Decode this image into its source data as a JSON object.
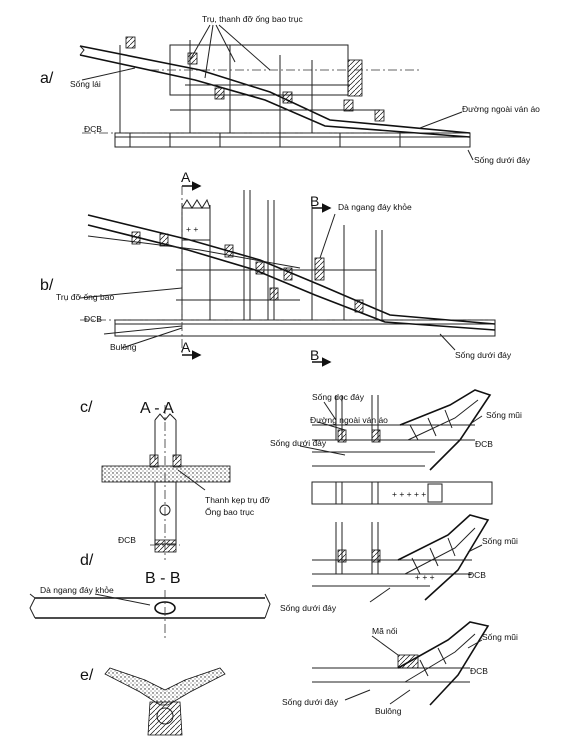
{
  "panels": {
    "a": "a/",
    "b": "b/",
    "c": "c/",
    "d": "d/",
    "e": "e/"
  },
  "sections": {
    "aa": "A - A",
    "bb": "B - B"
  },
  "marks": {
    "a": "A",
    "b": "B"
  },
  "labels": {
    "tru_thanh_do": "Trụ, thanh đỡ ống bao trục",
    "song_lai": "Sống lái",
    "duong_ngoai_van_ao": "Đường ngoài ván áo",
    "dcb": "ĐCB",
    "song_duoi_day": "Sống dưới đáy",
    "da_ngang_day_khoe": "Dà ngang đáy khỏe",
    "tru_do_ong_bao": "Trụ đỡ ống bao",
    "bulong": "Bulông",
    "thanh_kep_tru_do": "Thanh kẹp trụ đỡ",
    "ong_bao_truc": "Ống bao trục",
    "song_doc_day": "Sống dọc đáy",
    "song_mui": "Sống mũi",
    "ma_noi": "Mã nối"
  }
}
